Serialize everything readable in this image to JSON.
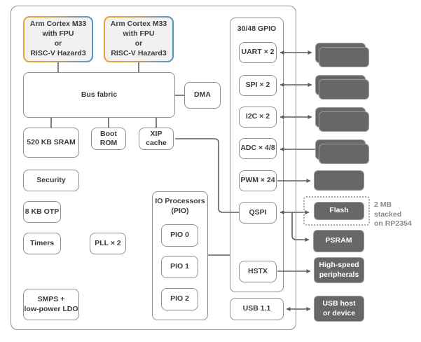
{
  "colors": {
    "box_border": "#8f8f8f",
    "wire": "#5f5f5f",
    "dark_box_fill": "#676767",
    "cpu_fill": "#f1f1f1",
    "cpu_border_left": "#e4a53c",
    "cpu_border_right": "#4d95c4",
    "text": "#3b3b3b",
    "note_text": "#8a8a8a"
  },
  "chip": {
    "cores": [
      {
        "label": "Arm Cortex M33\nwith FPU\nor\nRISC-V Hazard3"
      },
      {
        "label": "Arm Cortex M33\nwith FPU\nor\nRISC-V Hazard3"
      }
    ],
    "bus_fabric": "Bus fabric",
    "dma": "DMA",
    "sram": "520 KB SRAM",
    "boot_rom": "Boot\nROM",
    "xip_cache": "XIP\ncache",
    "security": "Security",
    "otp": "8 KB OTP",
    "timers": "Timers",
    "pll": "PLL × 2",
    "smps": "SMPS +\nlow-power LDO",
    "pio": {
      "header": "IO Processors\n(PIO)",
      "instances": [
        {
          "label": "PIO 0"
        },
        {
          "label": "PIO 1"
        },
        {
          "label": "PIO 2"
        }
      ]
    },
    "gpio": {
      "header": "30/48 GPIO",
      "peripherals": [
        {
          "label": "UART × 2"
        },
        {
          "label": "SPI × 2"
        },
        {
          "label": "I2C × 2"
        },
        {
          "label": "ADC × 4/8"
        },
        {
          "label": "PWM × 24"
        },
        {
          "label": "QSPI"
        },
        {
          "label": "HSTX"
        }
      ]
    },
    "usb": "USB 1.1"
  },
  "external": {
    "flash": "Flash",
    "flash_note": "2 MB stacked\non RP2354",
    "psram": "PSRAM",
    "high_speed": "High-speed\nperipherals",
    "usb_host": "USB host\nor device"
  }
}
